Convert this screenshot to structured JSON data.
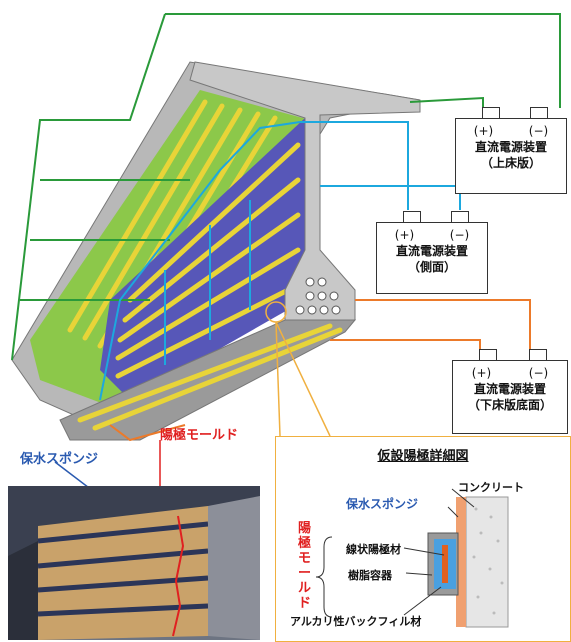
{
  "power_supplies": {
    "top_slab": {
      "plus": "(+)",
      "minus": "(−)",
      "line1": "直流電源装置",
      "line2": "（上床版）"
    },
    "side": {
      "plus": "(+)",
      "minus": "(−)",
      "line1": "直流電源装置",
      "line2": "（側面）"
    },
    "bottom_slab": {
      "plus": "(+)",
      "minus": "(−)",
      "line1": "直流電源装置",
      "line2": "（下床版底面）"
    }
  },
  "labels": {
    "water_sponge": "保水スポンジ",
    "anode_mold": "陽極モールド"
  },
  "detail": {
    "title": "仮設陽極詳細図",
    "concrete": "コンクリート",
    "water_sponge": "保水スポンジ",
    "anode_mold_vertical": "陽極モールド",
    "linear_anode": "線状陽極材",
    "resin_container": "樹脂容器",
    "alkaline_backfill": "アルカリ性バックフィル材"
  },
  "colors": {
    "top_wire": "#2a9a3a",
    "side_wire": "#1ca8de",
    "bottom_wire": "#ec7a2a",
    "anode_mold": "#e02020",
    "water_sponge": "#2a5ab0",
    "detail_frame": "#f0b040"
  }
}
